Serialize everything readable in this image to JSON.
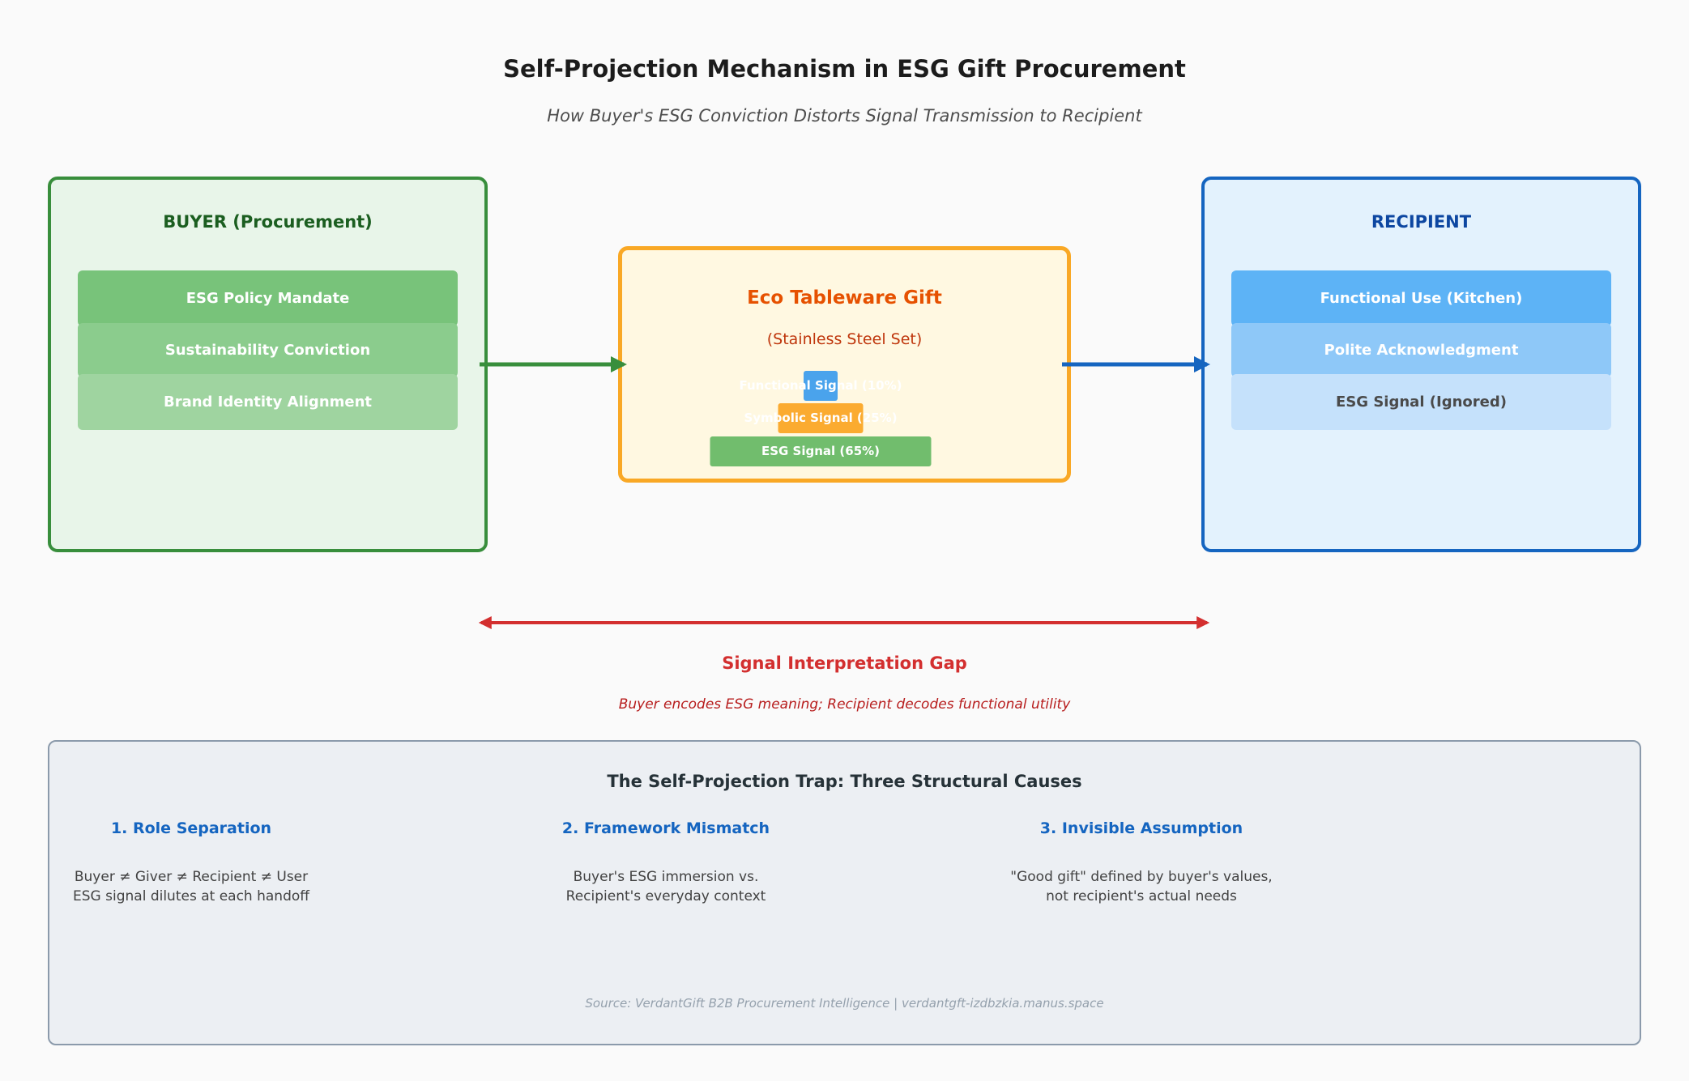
{
  "title": "Self-Projection Mechanism in ESG Gift Procurement",
  "subtitle": "How Buyer's ESG Conviction Distorts Signal Transmission to Recipient",
  "buyer": {
    "heading": "BUYER (Procurement)",
    "items": [
      "ESG Policy Mandate",
      "Sustainability Conviction",
      "Brand Identity Alignment"
    ]
  },
  "gift": {
    "title": "Eco Tableware Gift",
    "subtitle": "(Stainless Steel Set)",
    "signals": [
      {
        "label": "Functional Signal (10%)",
        "value": 10,
        "color": "#4aa3ec"
      },
      {
        "label": "Symbolic Signal (25%)",
        "value": 25,
        "color": "#fbab30"
      },
      {
        "label": "ESG Signal (65%)",
        "value": 65,
        "color": "#71bd6d"
      }
    ]
  },
  "recipient": {
    "heading": "RECIPIENT",
    "items": [
      "Functional Use (Kitchen)",
      "Polite Acknowledgment",
      "ESG Signal (Ignored)"
    ]
  },
  "gap": {
    "label": "Signal Interpretation Gap",
    "description": "Buyer encodes ESG meaning; Recipient decodes functional utility"
  },
  "trap": {
    "title": "The Self-Projection Trap: Three Structural Causes",
    "causes": [
      {
        "heading": "1. Role Separation",
        "lines": [
          "Buyer ≠ Giver ≠ Recipient ≠ User",
          "ESG signal dilutes at each handoff"
        ]
      },
      {
        "heading": "2. Framework Mismatch",
        "lines": [
          "Buyer's ESG immersion vs.",
          "Recipient's everyday context"
        ]
      },
      {
        "heading": "3. Invisible Assumption",
        "lines": [
          "\"Good gift\" defined by buyer's values,",
          "not recipient's actual needs"
        ]
      }
    ]
  },
  "source": "Source: VerdantGift B2B Procurement Intelligence | verdantgft-izdbzkia.manus.space",
  "colors": {
    "buyer_arrow": "#388e3c",
    "recipient_arrow": "#1565c0",
    "gap_arrow": "#d32f2f"
  }
}
